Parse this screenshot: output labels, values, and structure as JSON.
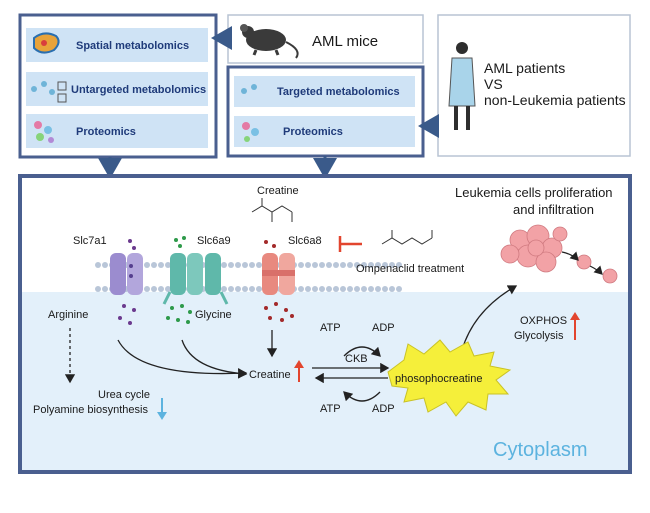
{
  "panels": {
    "left": {
      "items": [
        {
          "label": "Spatial metabolomics"
        },
        {
          "label": "Untargeted metabolomics"
        },
        {
          "label": "Proteomics"
        }
      ]
    },
    "mice": {
      "label": "AML mice"
    },
    "middle": {
      "items": [
        {
          "label": "Targeted metabolomics"
        },
        {
          "label": "Proteomics"
        }
      ]
    },
    "patients": {
      "line1": "AML patients",
      "line2": "VS",
      "line3": "non-Leukemia patients"
    }
  },
  "cell": {
    "top_title_line1": "Leukemia cells proliferation",
    "top_title_line2": "and infiltration",
    "creatine_top": "Creatine",
    "transporters": [
      {
        "label": "Slc7a1",
        "color": "#9b8ccf"
      },
      {
        "label": "Slc6a9",
        "color": "#5fb8aa"
      },
      {
        "label": "Slc6a8",
        "color": "#e8897f"
      }
    ],
    "treatment": "Ompenaclid treatment",
    "arginine": "Arginine",
    "glycine": "Glycine",
    "creatine_mid": "Creatine",
    "atp_top": "ATP",
    "adp_top": "ADP",
    "ckb": "CKB",
    "atp_bottom": "ATP",
    "adp_bottom": "ADP",
    "phosphocreatine": "phosophocreatine",
    "oxphos": "OXPHOS",
    "glycolysis": "Glycolysis",
    "urea": "Urea cycle",
    "polyamine": "Polyamine biosynthesis",
    "cytoplasm": "Cytoplasm"
  },
  "colors": {
    "frame": "#4a5f8f",
    "panel_fill": "#dbe9f7",
    "cytoplasm_fill": "#e3f0fa",
    "up_arrow": "#e2452e",
    "down_arrow": "#5cb3df",
    "burst": "#f5ef3a",
    "inhibit": "#e2452e"
  }
}
